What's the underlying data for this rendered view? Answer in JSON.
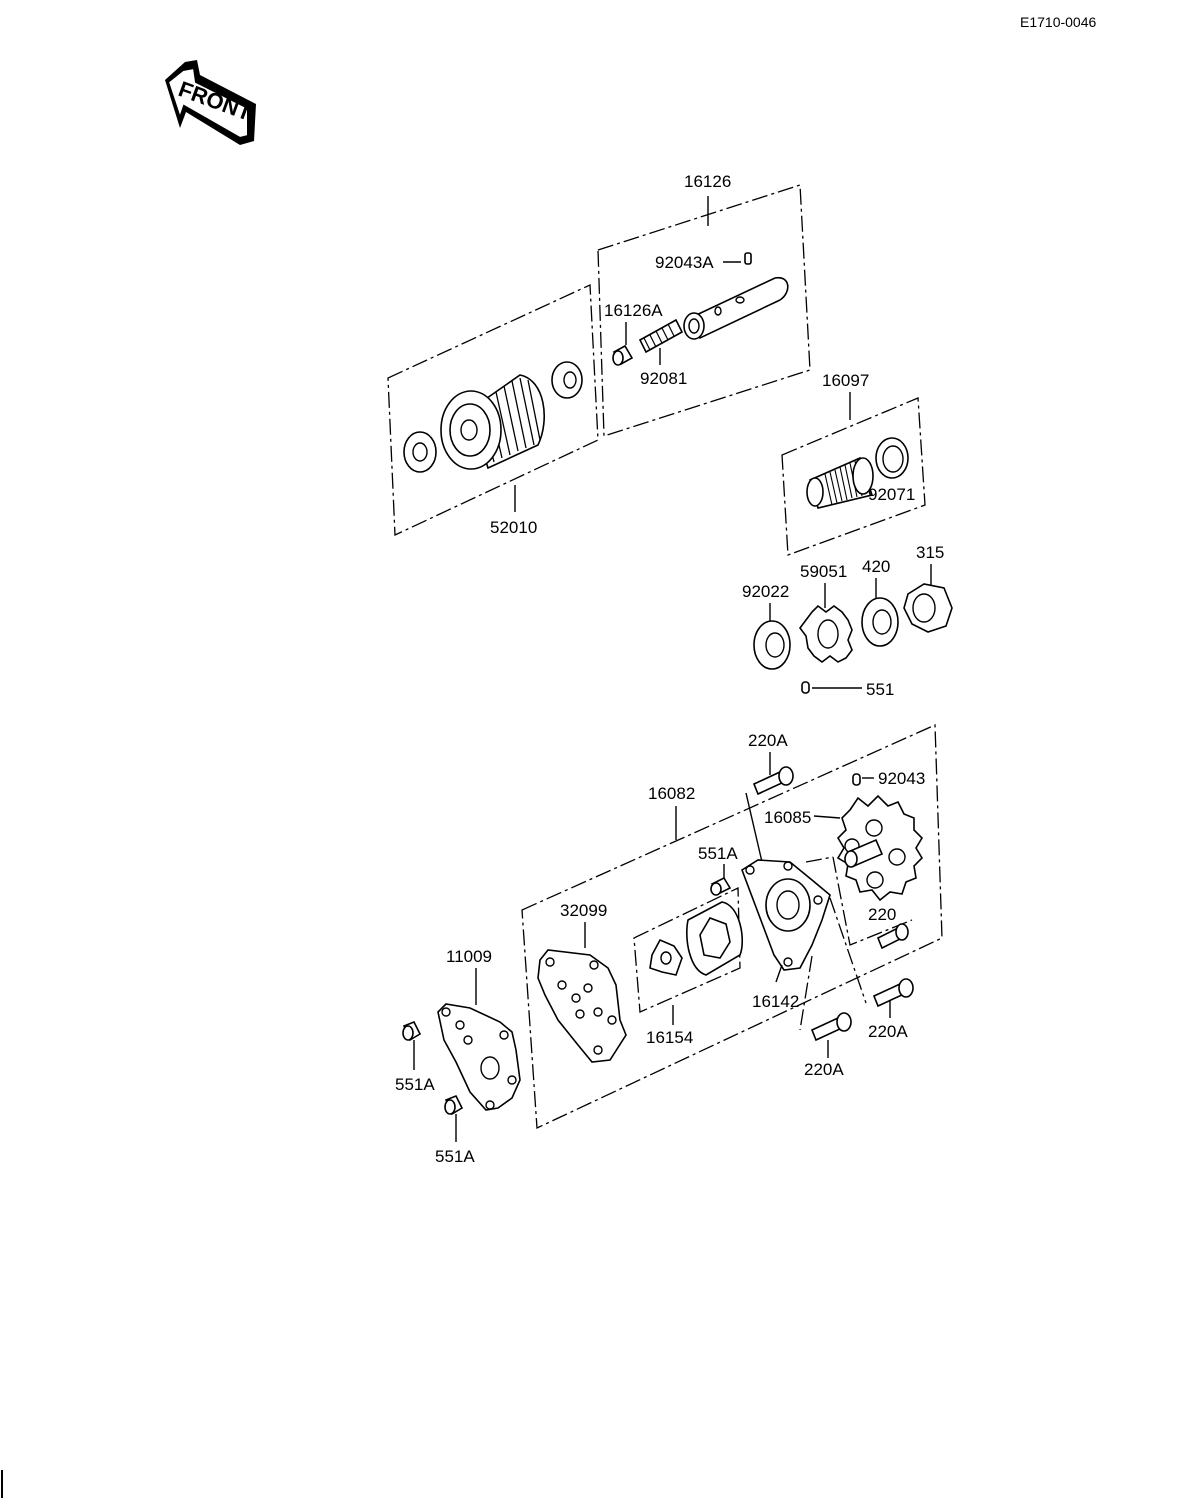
{
  "reference_code": "E1710-0046",
  "front_badge": "FRONT",
  "labels": {
    "p16126": "16126",
    "p92043A": "92043A",
    "p16126A": "16126A",
    "p92081": "92081",
    "p52010": "52010",
    "p16097": "16097",
    "p92071": "92071",
    "p92022": "92022",
    "p59051": "59051",
    "p420": "420",
    "p315": "315",
    "p551": "551",
    "p220A_top": "220A",
    "p92043": "92043",
    "p16082": "16082",
    "p16085": "16085",
    "p551A_mid": "551A",
    "p32099": "32099",
    "p220": "220",
    "p11009": "11009",
    "p16142": "16142",
    "p220A_right": "220A",
    "p16154": "16154",
    "p220A_bottom": "220A",
    "p551A_left1": "551A",
    "p551A_left2": "551A"
  },
  "colors": {
    "ink": "#000000",
    "paper": "#ffffff"
  },
  "icons": [
    "front-arrow-icon"
  ]
}
